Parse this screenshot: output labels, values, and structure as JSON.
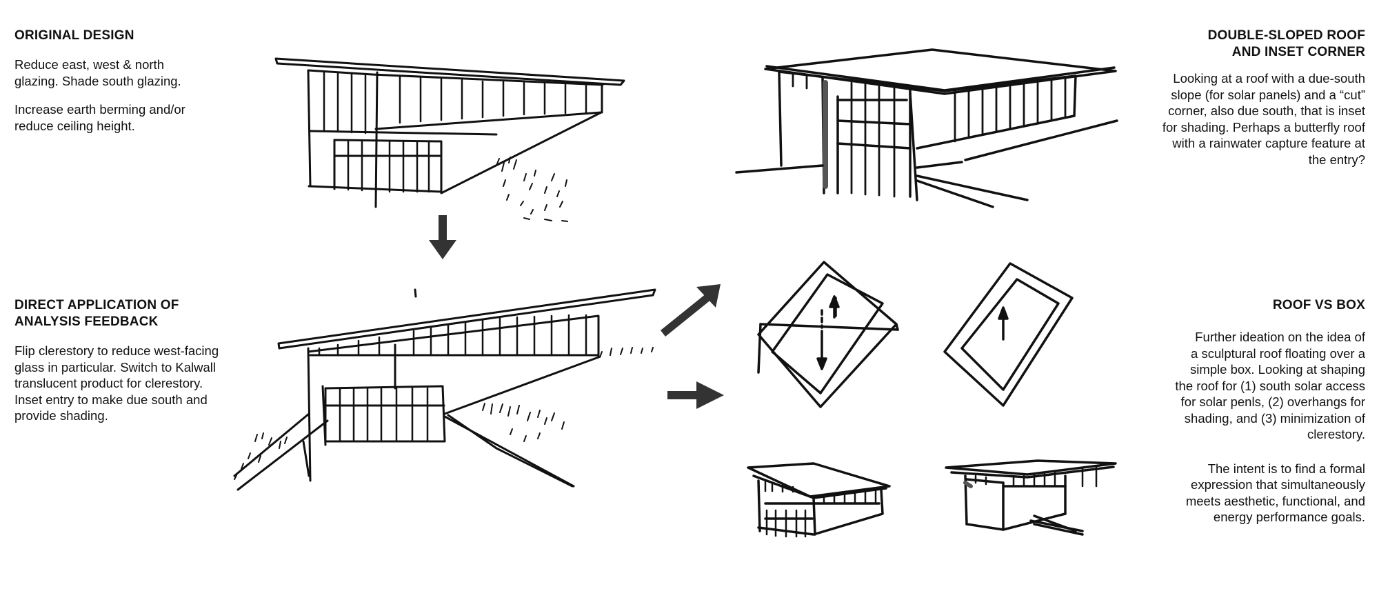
{
  "sections": {
    "original": {
      "heading": "ORIGINAL DESIGN",
      "para1": "Reduce east, west & north\nglazing. Shade south glazing.",
      "para2": "Increase earth berming and/or\nreduce ceiling height."
    },
    "direct": {
      "heading": "DIRECT APPLICATION OF\nANALYSIS FEEDBACK",
      "para1": "Flip clerestory to reduce west-facing\nglass in particular. Switch to Kalwall\ntranslucent product for clerestory.\nInset entry to make due south and\nprovide shading."
    },
    "double_sloped": {
      "heading": "DOUBLE-SLOPED ROOF\nAND INSET CORNER",
      "para1": "Looking at a roof with a due-south\nslope (for solar panels) and a “cut”\ncorner, also due south, that is inset\nfor shading. Perhaps a butterfly roof\nwith a rainwater capture feature at\nthe entry?"
    },
    "roof_vs_box": {
      "heading": "ROOF VS BOX",
      "para1": "Further ideation on the idea of\na sculptural roof floating over a\nsimple box. Looking at shaping\nthe roof for (1) south solar access\nfor solar penls, (2) overhangs for\nshading, and (3) minimization of\nclerestory.",
      "para2": "The intent is to find a formal\nexpression that simultaneously\nmeets aesthetic, functional, and\nenergy performance goals."
    }
  },
  "colors": {
    "ink": "#111111",
    "arrow": "#333333",
    "background": "#ffffff"
  }
}
